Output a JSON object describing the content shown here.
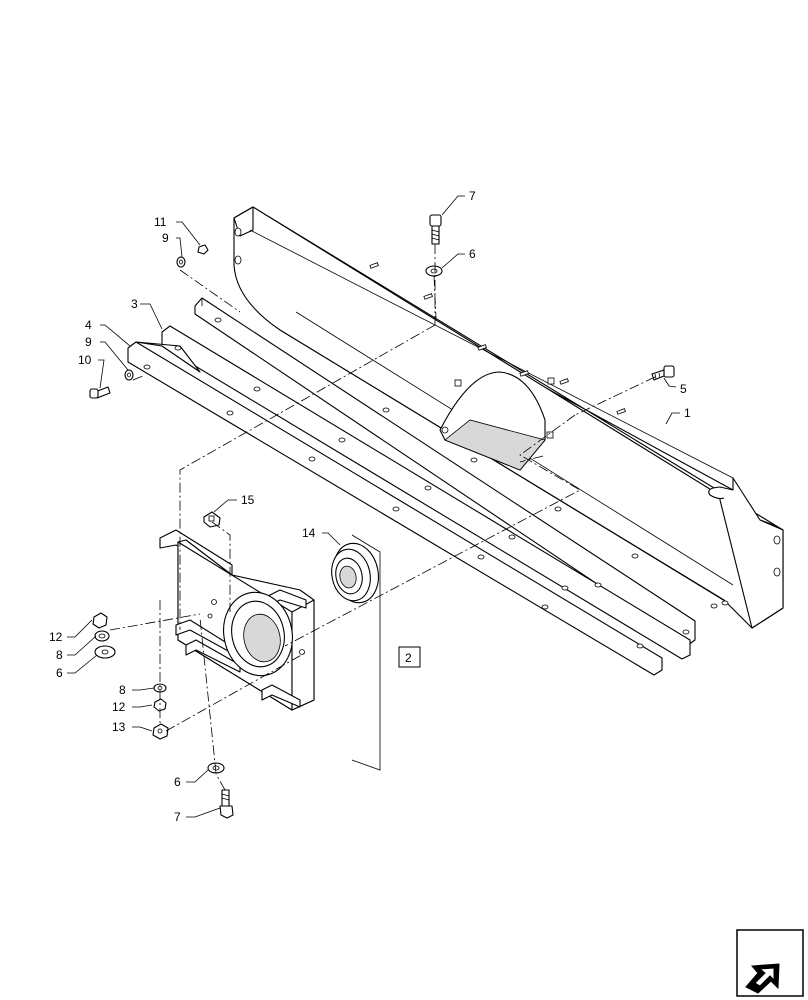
{
  "callouts": {
    "c1": "1",
    "c2": "2",
    "c3": "3",
    "c4": "4",
    "c5": "5",
    "c6_top": "6",
    "c6_left": "6",
    "c6_bottom": "6",
    "c7_top": "7",
    "c7_bottom": "7",
    "c8_left": "8",
    "c8_mid": "8",
    "c9_top": "9",
    "c9_left": "9",
    "c10": "10",
    "c11": "11",
    "c12_left": "12",
    "c12_mid": "12",
    "c13": "13",
    "c14": "14",
    "c15": "15"
  },
  "icons": {
    "nav": "next-view-arrow-icon"
  }
}
